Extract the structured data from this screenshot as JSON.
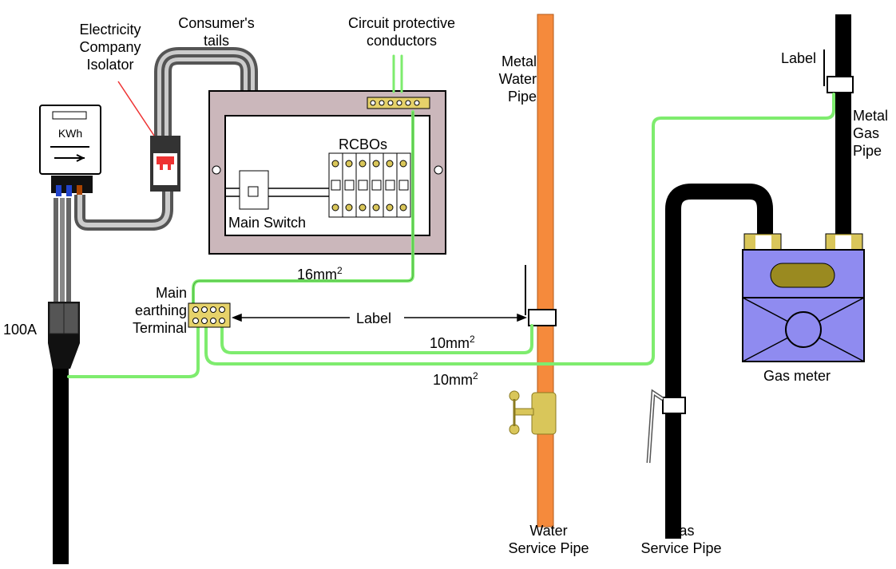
{
  "labels": {
    "isolator": [
      "Electricity",
      "Company",
      "Isolator"
    ],
    "tails": [
      "Consumer's",
      "tails"
    ],
    "cpc": [
      "Circuit protective",
      "conductors"
    ],
    "water_pipe": [
      "Metal",
      "Water",
      "Pipe"
    ],
    "label_top": "Label",
    "gas_pipe": [
      "Metal",
      "Gas",
      "Pipe"
    ],
    "meter_kwh": "KWh",
    "rcbos": "RCBOs",
    "main_switch": "Main Switch",
    "mm16": "16mm",
    "sq": "2",
    "earthing": [
      "Main",
      "earthing",
      "Terminal"
    ],
    "label_mid": "Label",
    "fuse": "100A",
    "mm10_a": "10mm",
    "mm10_b": "10mm",
    "gas_meter": "Gas meter",
    "water_service": [
      "Water",
      "Service Pipe"
    ],
    "gas_service": [
      "Gas",
      "Service Pipe"
    ]
  },
  "colors": {
    "earth": "#7eec6e",
    "water": "#f58a3c",
    "gas_meter": "#8f8bf0",
    "consumer_unit": "#cbb7bb",
    "brass": "#d9c65a"
  }
}
